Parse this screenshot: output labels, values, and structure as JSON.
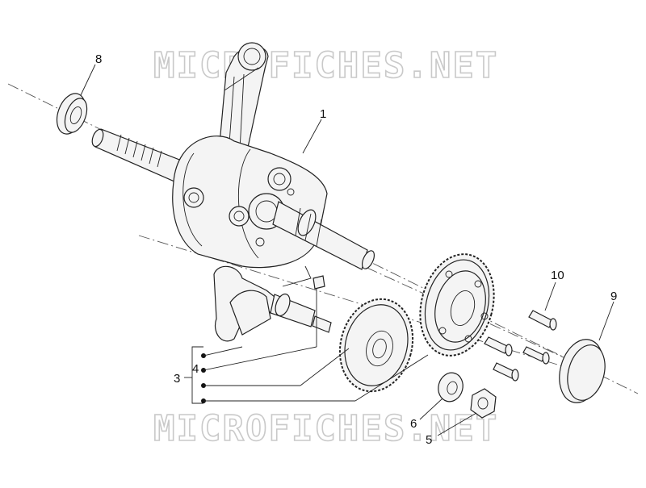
{
  "watermark": {
    "top": "MICROFICHES.NET",
    "bottom": "MICROFICHES.NET"
  },
  "callouts": {
    "c1": "1",
    "c3": "3",
    "c4": "4",
    "c5": "5",
    "c6": "6",
    "c8": "8",
    "c9": "9",
    "c10": "10"
  },
  "colors": {
    "line": "#222222",
    "watermark": "#c9c9c9",
    "background": "#ffffff"
  }
}
